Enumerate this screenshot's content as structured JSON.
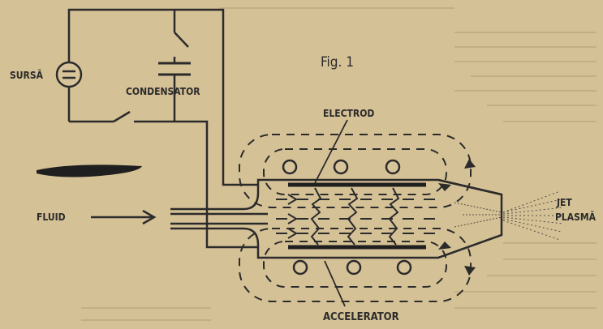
{
  "figure_title": "Fig. 1",
  "labels": {
    "source": "SURSĂ",
    "capacitor": "CONDENSATOR",
    "electrode": "ELECTROD",
    "fluid": "FLUID",
    "accelerator": "ACCELERATOR",
    "jet_line1": "JET",
    "jet_line2": "PLASMĂ"
  },
  "colors": {
    "paper": "#d8c49a",
    "ink": "#2b2b2b"
  }
}
